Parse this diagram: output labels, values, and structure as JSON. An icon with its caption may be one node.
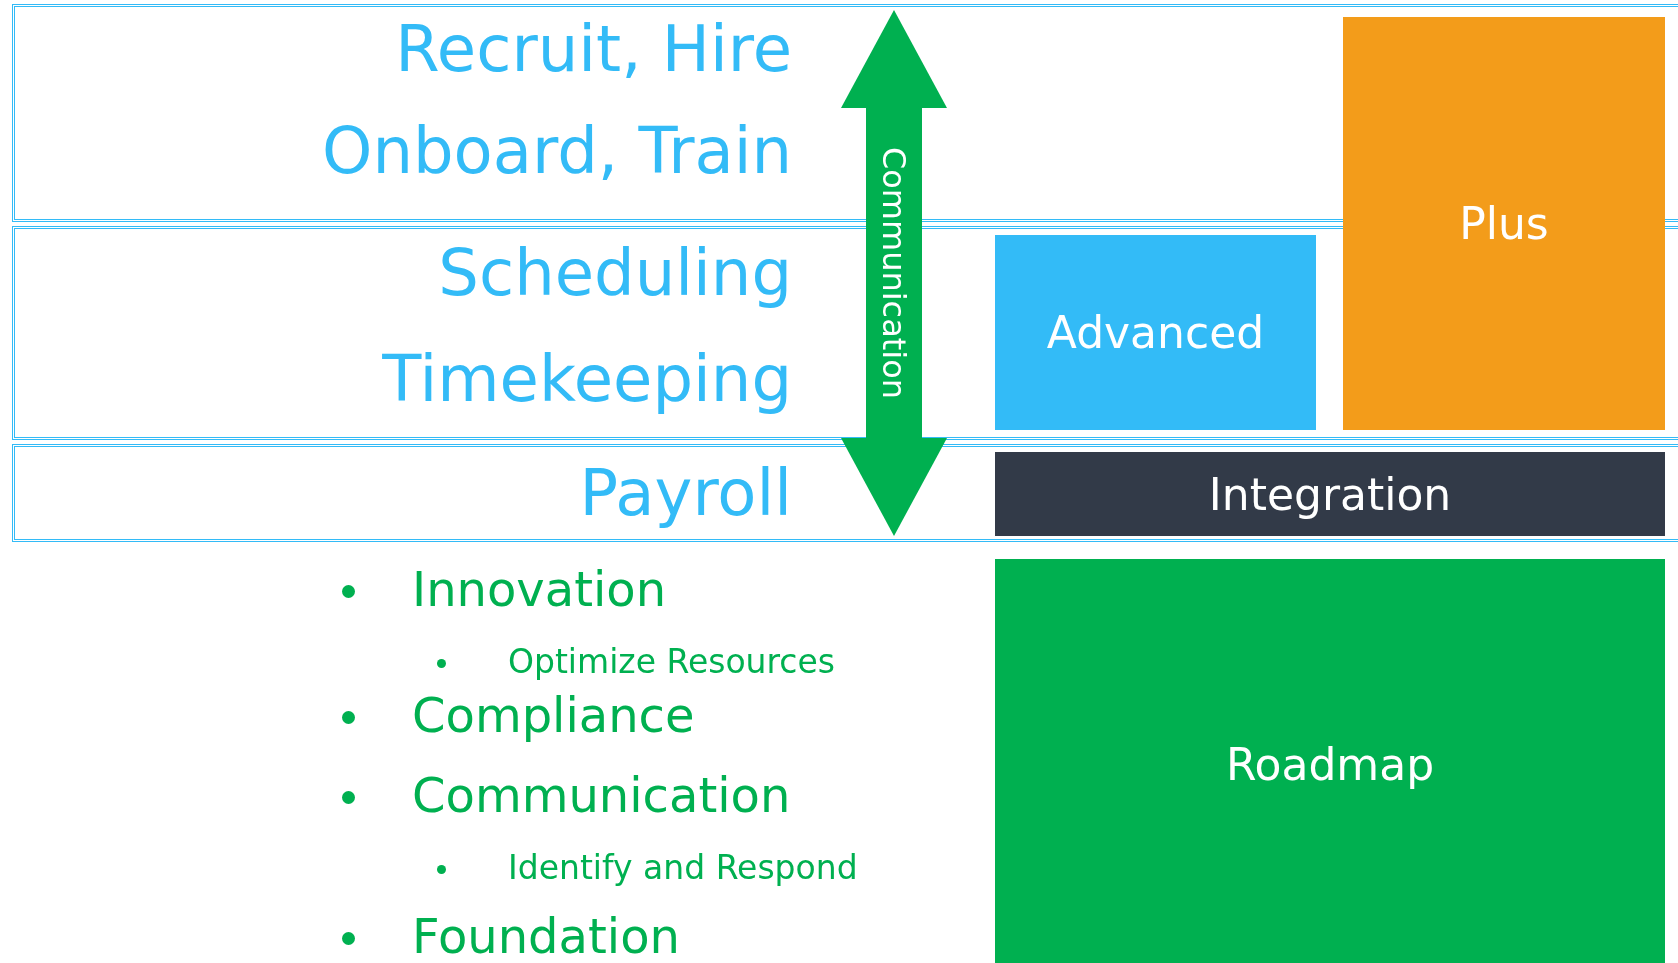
{
  "diagram": {
    "nodes": [
      {
        "text": [
          "Recruit, Hire",
          "Onboard, Train"
        ]
      },
      {
        "text": [
          "Scheduling",
          "Timekeeping"
        ]
      },
      {
        "text": [
          "Payroll"
        ]
      },
      {
        "text": [
          "Advanced"
        ],
        "in": 1
      },
      {
        "text": [
          "Plus"
        ]
      },
      {
        "text": [
          "Integration"
        ],
        "in": 2
      },
      {
        "text": [
          "Roadmap"
        ]
      }
    ],
    "edges": [
      {
        "from": 0,
        "to": 2,
        "arrow": "both",
        "label": "Communication"
      }
    ],
    "labels": [
      "Innovation",
      "Optimize Resources",
      "Compliance",
      "Communication",
      "Identify and Respond",
      "Foundation"
    ]
  }
}
